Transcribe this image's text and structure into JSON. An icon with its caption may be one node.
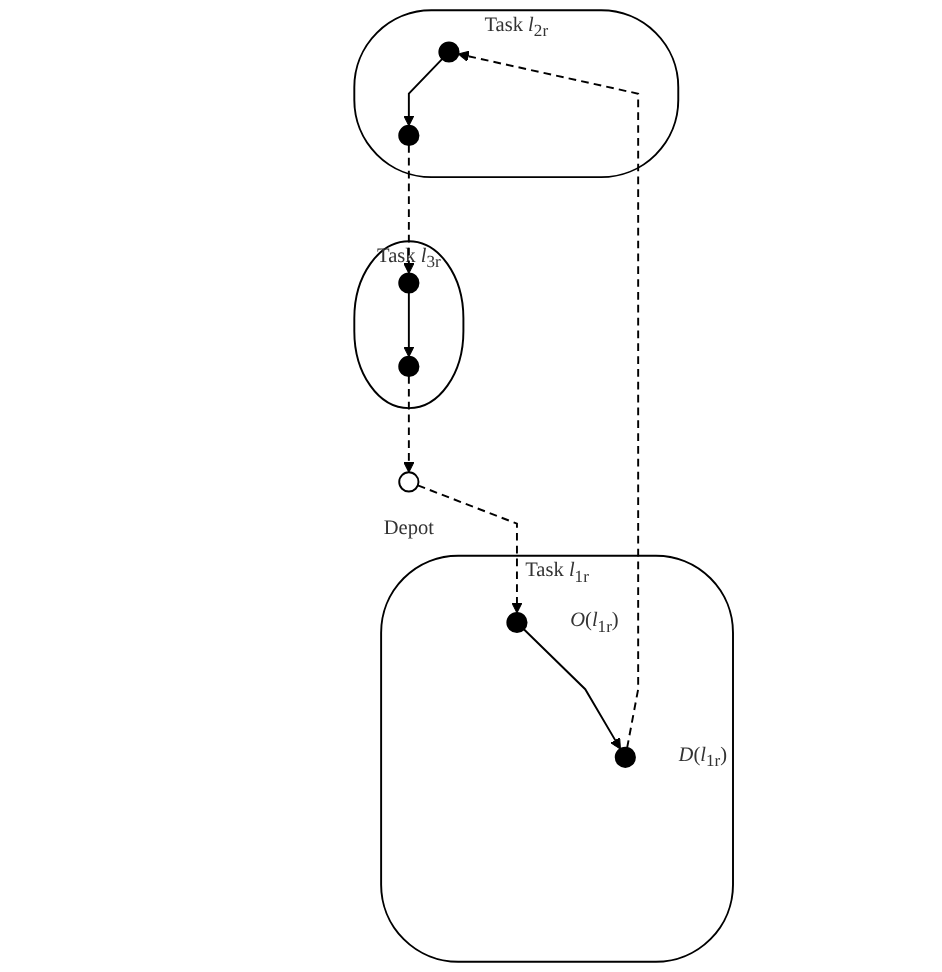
{
  "diagram": {
    "nodes": [
      {
        "text": [
          "Task *l*$_{2r}$"
        ]
      },
      {
        "text": [],
        "shape": "circle",
        "in": 0
      },
      {
        "text": [],
        "shape": "circle",
        "in": 0
      },
      {
        "text": [
          "Task *l*$_{1r}$"
        ]
      },
      {
        "text": [],
        "shape": "circle",
        "in": 3,
        "beside": [
          "*D*(*l*$_{1r}$)"
        ]
      },
      {
        "text": [],
        "shape": "circle",
        "in": 3,
        "beside": [
          "*O*(*l*$_{1r}$)"
        ]
      },
      {
        "text": [
          "Task *l*$_{3r}$"
        ]
      },
      {
        "text": [],
        "shape": "circle",
        "in": 6
      },
      {
        "text": [],
        "shape": "circle",
        "in": 6
      },
      {
        "text": [],
        "shape": "circle",
        "beside": [
          "Depot"
        ]
      }
    ],
    "edges": [
      {
        "from": 9,
        "to": 5,
        "arrow": "to",
        "style": "dashed"
      },
      {
        "from": 5,
        "to": 4,
        "arrow": "to"
      },
      {
        "from": 4,
        "to": 1,
        "arrow": "to",
        "style": "dashed"
      },
      {
        "from": 1,
        "to": 2,
        "arrow": "to"
      },
      {
        "from": 2,
        "to": 7,
        "arrow": "to",
        "style": "dashed"
      },
      {
        "from": 7,
        "to": 8,
        "arrow": "to"
      },
      {
        "from": 8,
        "to": 9,
        "arrow": "to",
        "style": "dashed"
      }
    ]
  }
}
